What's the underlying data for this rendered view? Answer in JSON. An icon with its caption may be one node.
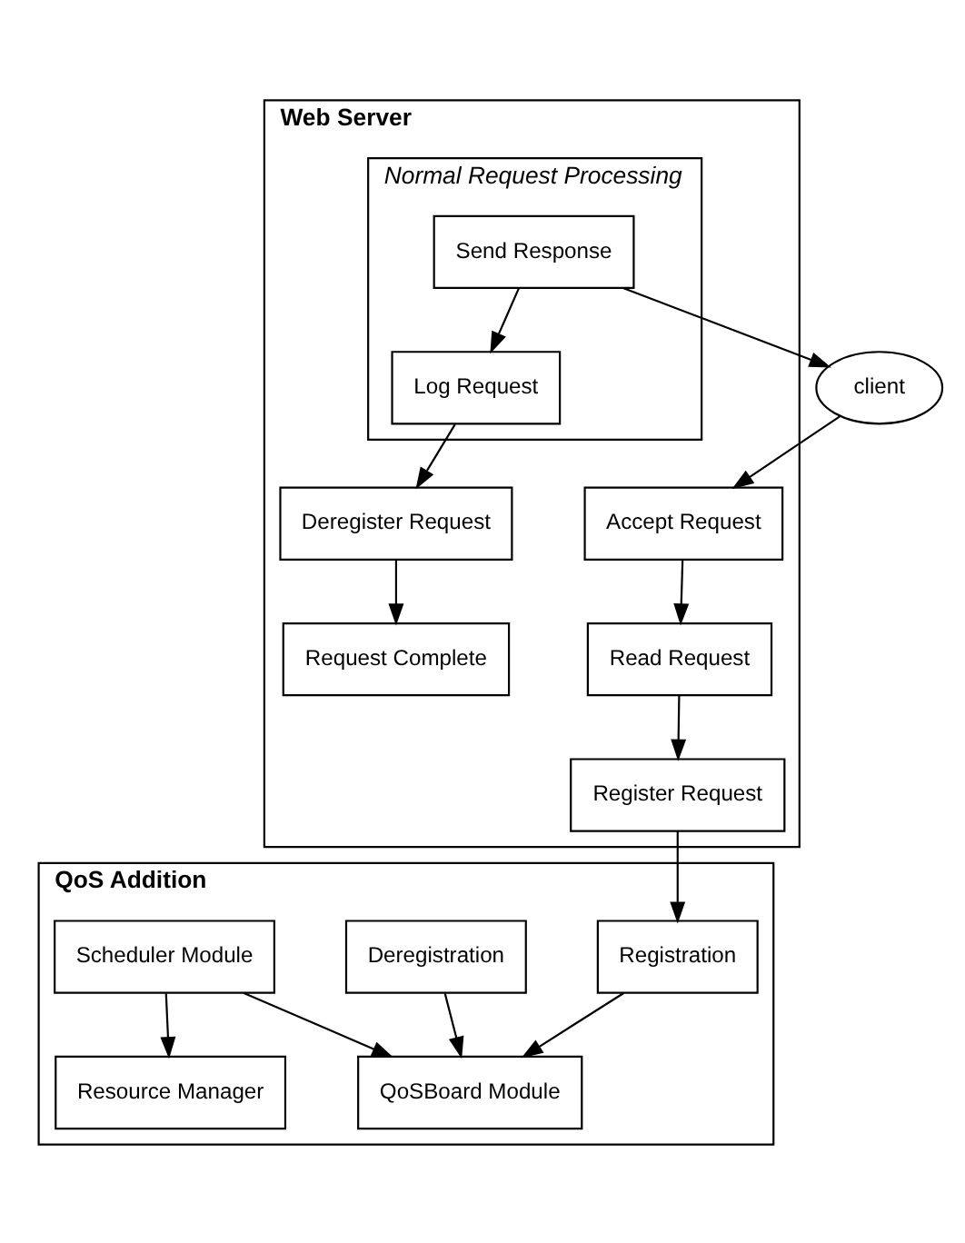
{
  "diagram": {
    "nodes": [
      {
        "text": [
          "client"
        ]
      },
      {
        "text": [
          "Web Server"
        ]
      },
      {
        "text": [
          "Accept Request"
        ],
        "in": 1
      },
      {
        "text": [
          "Read Request"
        ],
        "in": 1
      },
      {
        "text": [
          "Register Request"
        ],
        "in": 1
      },
      {
        "text": [
          "Normal Request Processing"
        ],
        "in": 1
      },
      {
        "text": [
          "Send Response"
        ],
        "in": 5
      },
      {
        "text": [
          "Log Request"
        ],
        "in": 5
      },
      {
        "text": [
          "Deregister Request"
        ],
        "in": 1
      },
      {
        "text": [
          "Request Complete"
        ],
        "in": 1
      },
      {
        "text": [
          "QoS Addition"
        ]
      },
      {
        "text": [
          "Registration"
        ],
        "in": 10
      },
      {
        "text": [
          "Deregistration"
        ],
        "in": 10
      },
      {
        "text": [
          "QoSBoard Module"
        ],
        "in": 10
      },
      {
        "text": [
          "Scheduler Module"
        ],
        "in": 10
      },
      {
        "text": [
          "Resource Manager"
        ],
        "in": 10
      }
    ],
    "edges": [
      {
        "from": 0,
        "to": 2,
        "arrow": "to"
      },
      {
        "from": 6,
        "to": 0,
        "arrow": "to"
      },
      {
        "from": 2,
        "to": 3,
        "arrow": "to"
      },
      {
        "from": 3,
        "to": 4,
        "arrow": "to"
      },
      {
        "from": 6,
        "to": 7,
        "arrow": "to"
      },
      {
        "from": 7,
        "to": 8,
        "arrow": "to"
      },
      {
        "from": 8,
        "to": 9,
        "arrow": "to"
      },
      {
        "from": 4,
        "to": 11,
        "arrow": "to"
      },
      {
        "from": 11,
        "to": 13,
        "arrow": "to"
      },
      {
        "from": 12,
        "to": 13,
        "arrow": "to"
      },
      {
        "from": 14,
        "to": 15,
        "arrow": "to"
      },
      {
        "from": 14,
        "to": 13,
        "arrow": "to"
      }
    ]
  }
}
